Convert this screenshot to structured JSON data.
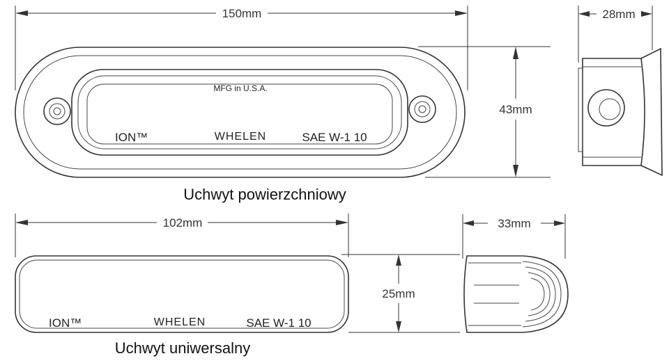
{
  "top_view": {
    "caption": "Uchwyt powierzchniowy",
    "width_label": "150mm",
    "height_label": "43mm",
    "depth_label": "28mm",
    "marking_mfg": "MFG in U.S.A.",
    "marking_model": "ION™",
    "marking_brand": "WHELEN",
    "marking_sae": "SAE W-1 10"
  },
  "bottom_view": {
    "caption": "Uchwyt uniwersalny",
    "width_label": "102mm",
    "height_label": "25mm",
    "depth_label": "33mm",
    "marking_model": "ION™",
    "marking_brand": "WHELEN",
    "marking_sae": "SAE W-1 10"
  }
}
